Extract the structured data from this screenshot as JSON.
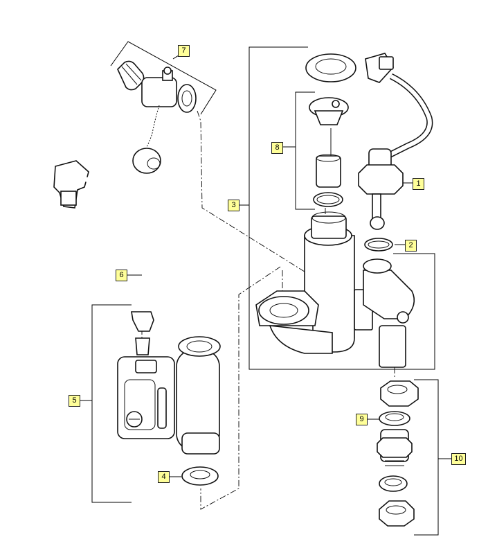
{
  "callouts": [
    {
      "id": "1",
      "label": "1"
    },
    {
      "id": "2",
      "label": "2"
    },
    {
      "id": "3",
      "label": "3"
    },
    {
      "id": "4",
      "label": "4"
    },
    {
      "id": "5",
      "label": "5"
    },
    {
      "id": "6",
      "label": "6"
    },
    {
      "id": "7",
      "label": "7"
    },
    {
      "id": "8",
      "label": "8"
    },
    {
      "id": "9",
      "label": "9"
    },
    {
      "id": "10",
      "label": "10"
    }
  ],
  "colors": {
    "callout_fill": "#ffff99",
    "line": "#000000"
  }
}
